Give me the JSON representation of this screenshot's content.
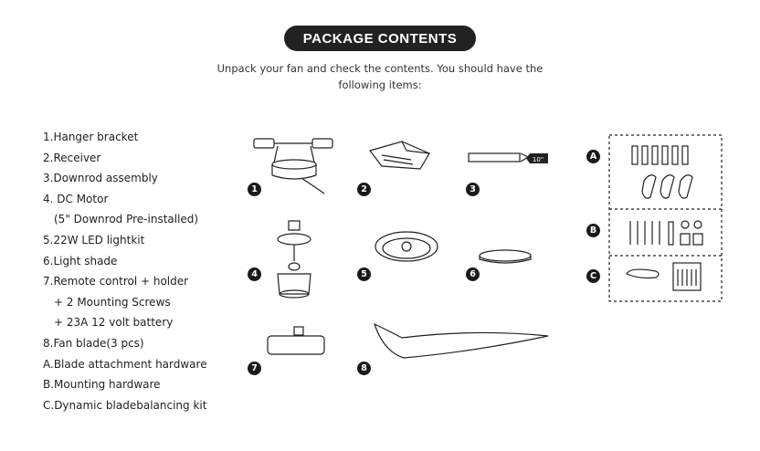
{
  "header": {
    "title": "PACKAGE CONTENTS",
    "intro_line1": "Unpack your fan and check the contents. You should have the",
    "intro_line2": "following items:"
  },
  "items": [
    "1.Hanger bracket",
    "2.Receiver",
    "3.Downrod assembly",
    "4. DC Motor",
    "(5\" Downrod Pre-installed)",
    "5.22W LED lightkit",
    "6.Light shade",
    "7.Remote control + holder",
    "+ 2 Mounting Screws",
    "+ 23A  12 volt battery",
    "8.Fan blade(3 pcs)",
    "A.Blade attachment hardware",
    "B.Mounting hardware",
    "C.Dynamic bladebalancing kit"
  ],
  "markers": {
    "n1": "1",
    "n2": "2",
    "n3": "3",
    "n4": "4",
    "n5": "5",
    "n6": "6",
    "n7": "7",
    "n8": "8",
    "a": "A",
    "b": "B",
    "c": "C"
  },
  "downrod_tag": "10\""
}
